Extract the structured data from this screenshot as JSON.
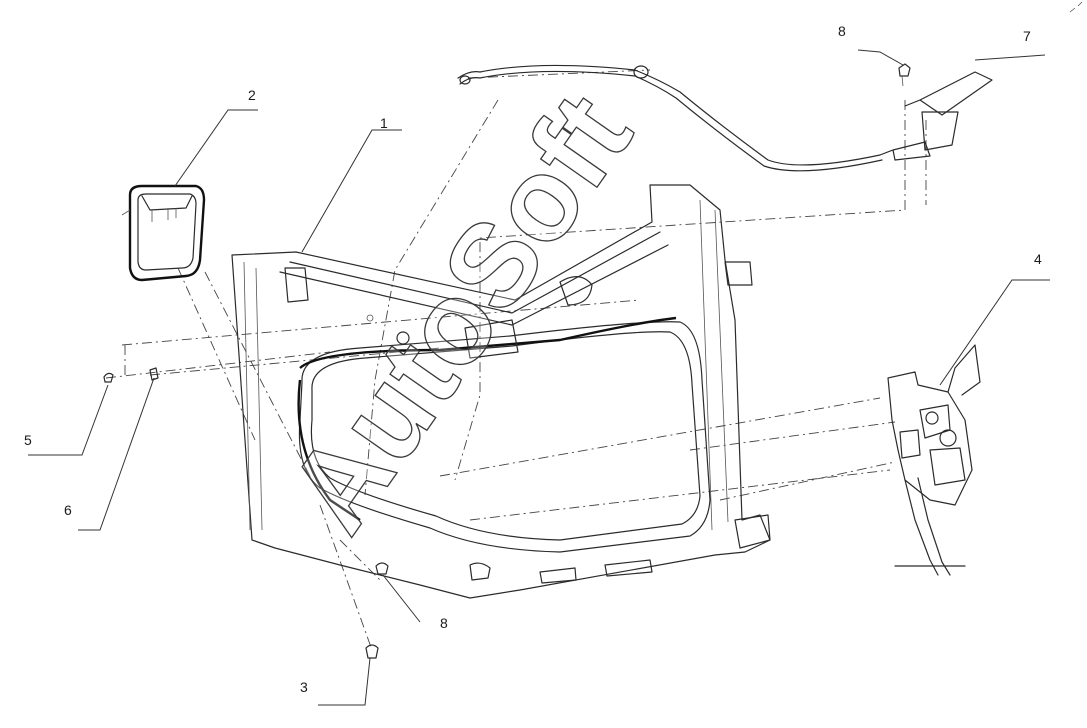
{
  "callouts": [
    {
      "id": "1",
      "label": "1"
    },
    {
      "id": "2",
      "label": "2"
    },
    {
      "id": "3",
      "label": "3"
    },
    {
      "id": "4",
      "label": "4"
    },
    {
      "id": "5",
      "label": "5"
    },
    {
      "id": "6",
      "label": "6"
    },
    {
      "id": "7",
      "label": "7"
    },
    {
      "id": "8a",
      "label": "8"
    },
    {
      "id": "8b",
      "label": "8"
    }
  ],
  "watermark": "AutoSoft"
}
